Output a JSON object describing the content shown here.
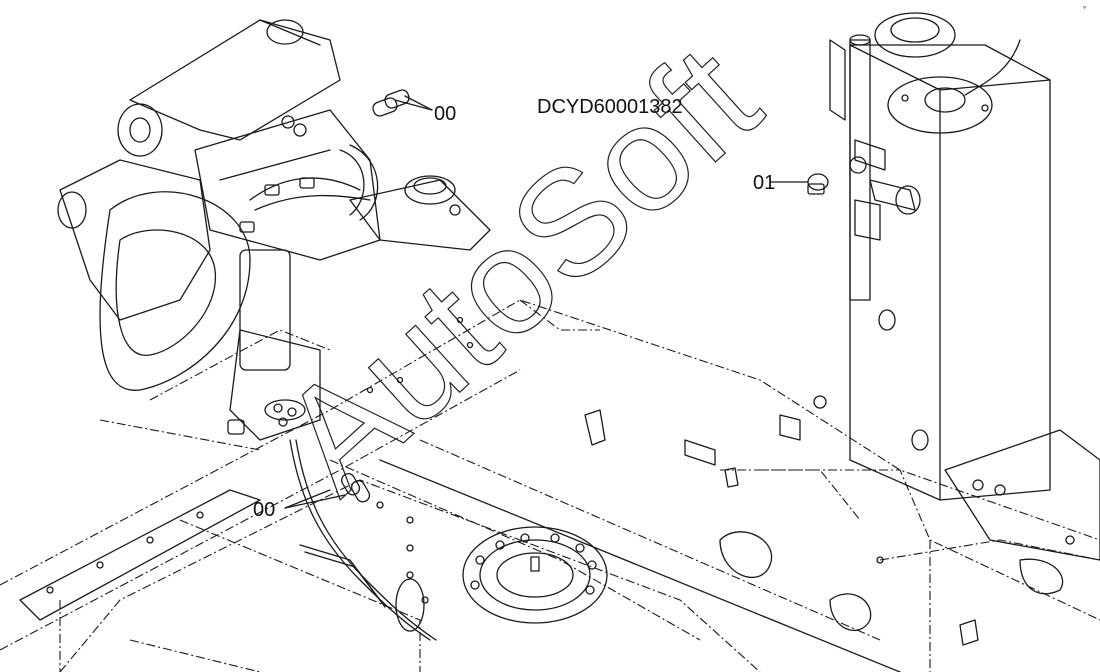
{
  "drawing_id": "DCYD60001382",
  "watermark": "AutoSoft",
  "callouts": [
    {
      "id": "callout-00-top",
      "label": "00"
    },
    {
      "id": "callout-00-bottom",
      "label": "00"
    },
    {
      "id": "callout-01",
      "label": "01"
    }
  ],
  "colors": {
    "ink": "#1a1a1a",
    "paper": "#ffffff"
  }
}
